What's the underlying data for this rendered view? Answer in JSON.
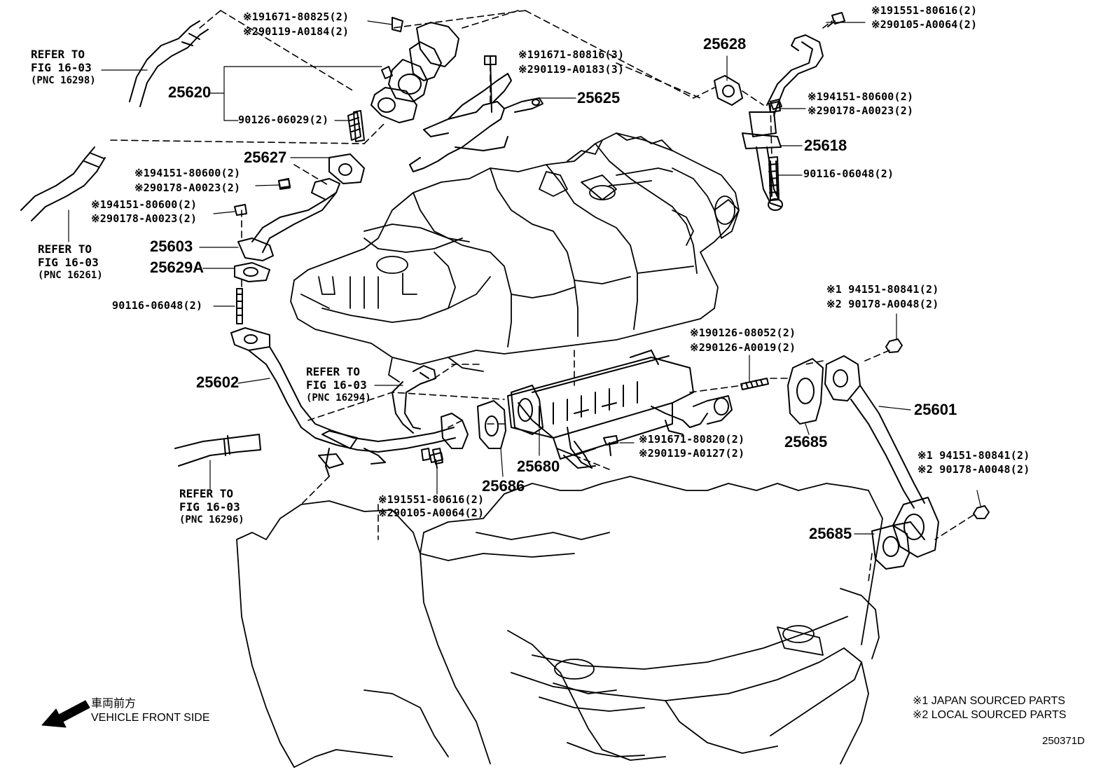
{
  "references": {
    "r16298": {
      "line1": "REFER TO",
      "line2": "FIG 16-03",
      "line3": "(PNC 16298)"
    },
    "r16261": {
      "line1": "REFER TO",
      "line2": "FIG 16-03",
      "line3": "(PNC 16261)"
    },
    "r16294": {
      "line1": "REFER TO",
      "line2": "FIG 16-03",
      "line3": "(PNC 16294)"
    },
    "r16296": {
      "line1": "REFER TO",
      "line2": "FIG 16-03",
      "line3": "(PNC 16296)"
    }
  },
  "parts": {
    "p25620": "25620",
    "p25628": "25628",
    "p25625": "25625",
    "p25618": "25618",
    "p25627": "25627",
    "p25603": "25603",
    "p25629A": "25629A",
    "p25602": "25602",
    "p25601": "25601",
    "p25685a": "25685",
    "p25685b": "25685",
    "p25680": "25680",
    "p25686": "25686"
  },
  "codes": {
    "c1": "※191671-80825(2)",
    "c2": "※290119-A0184(2)",
    "c3": "※191671-80816(3)",
    "c4": "※290119-A0183(3)",
    "c5": "※191551-80616(2)",
    "c6": "※290105-A0064(2)",
    "c7": "90126-06029(2)",
    "c8": "※194151-80600(2)",
    "c9": "※290178-A0023(2)",
    "c10": "90116-06048(2)",
    "c11": "※194151-80600(2)",
    "c12": "※290178-A0023(2)",
    "c13": "※194151-80600(2)",
    "c14": "※290178-A0023(2)",
    "c15": "90116-06048(2)",
    "c16": "※1 94151-80841(2)",
    "c17": "※2 90178-A0048(2)",
    "c18": "※190126-08052(2)",
    "c19": "※290126-A0019(2)",
    "c20": "※191671-80820(2)",
    "c21": "※290119-A0127(2)",
    "c22": "※1 94151-80841(2)",
    "c23": "※2 90178-A0048(2)",
    "c24": "※191551-80616(2)",
    "c25": "※290105-A0064(2)"
  },
  "footer": {
    "front_jp": "車両前方",
    "front_en": "VEHICLE FRONT SIDE",
    "legend1": "※1 JAPAN SOURCED PARTS",
    "legend2": "※2 LOCAL SOURCED PARTS",
    "figure_id": "250371D"
  }
}
